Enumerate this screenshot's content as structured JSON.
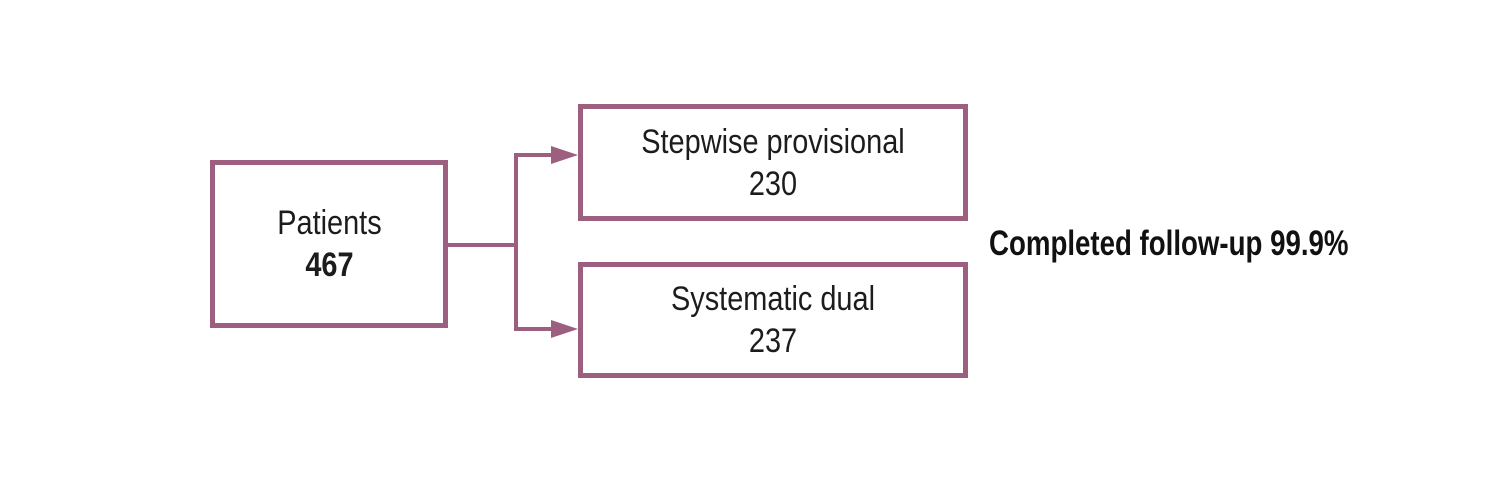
{
  "diagram": {
    "type": "flowchart",
    "colors": {
      "accent": "#9c5f80",
      "text": "#1c1c1c",
      "background": "#ffffff"
    },
    "patients_box": {
      "label": "Patients",
      "value": "467"
    },
    "branch_boxes": [
      {
        "label": "Stepwise provisional",
        "value": "230"
      },
      {
        "label": "Systematic dual",
        "value": "237"
      }
    ],
    "annotation": {
      "text": "Completed follow-up 99.9%"
    }
  }
}
